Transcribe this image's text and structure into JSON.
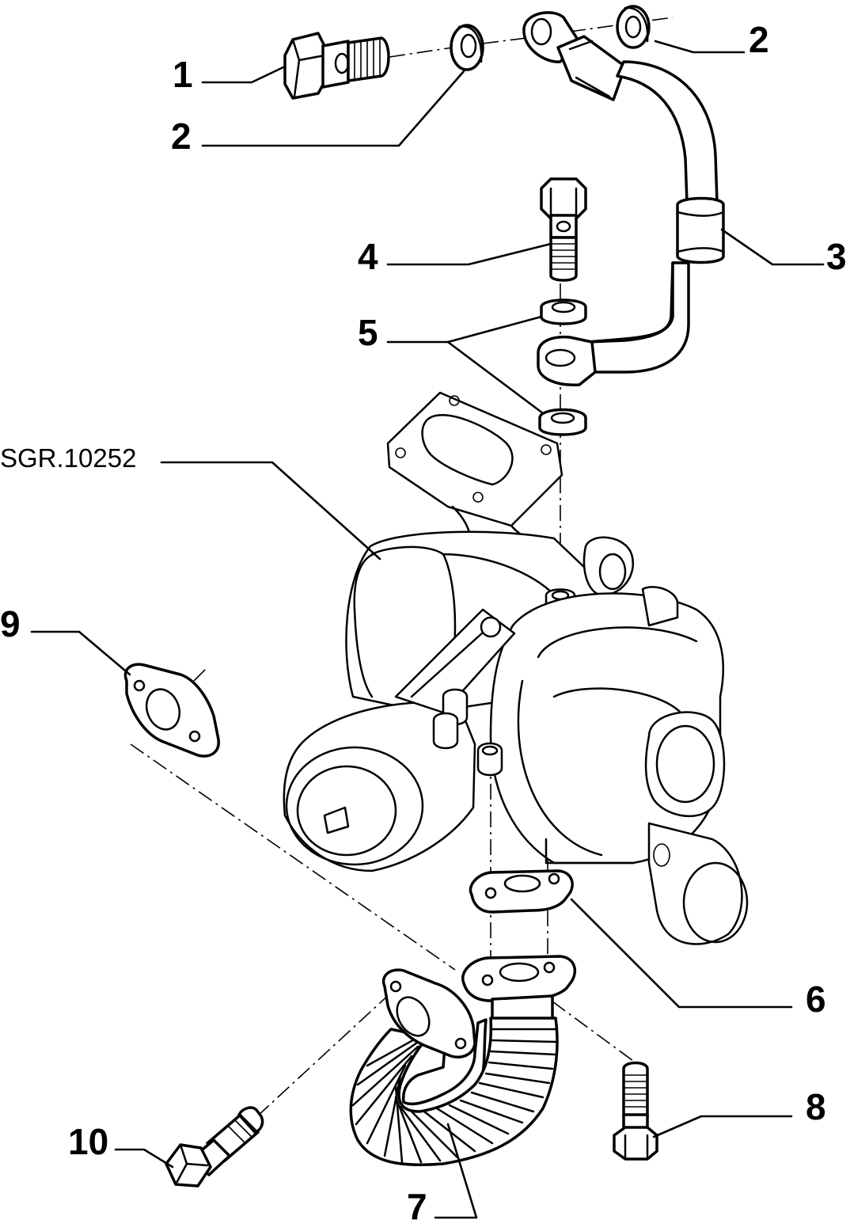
{
  "drawing_ref": "SGR.10252",
  "callouts": {
    "c1": "1",
    "c2a": "2",
    "c2b": "2",
    "c3": "3",
    "c4": "4",
    "c5": "5",
    "c6": "6",
    "c7": "7",
    "c8": "8",
    "c9": "9",
    "c10": "10"
  },
  "parts": {
    "banjo_bolt_top": "hex-head-banjo-bolt",
    "sealing_washer": "copper-sealing-washer",
    "oil_feed_pipe": "oil-feed-pipe",
    "banjo_bolt_mid": "banjo-bolt",
    "washers_mid": "sealing-washers",
    "turbocharger": "turbocharger",
    "drain_gasket_top": "gasket",
    "drain_pipe": "corrugated-oil-drain-pipe",
    "flange_bolt": "hex-bolt",
    "flange_gasket": "flange-gasket",
    "long_bolt": "hex-bolt-long"
  }
}
